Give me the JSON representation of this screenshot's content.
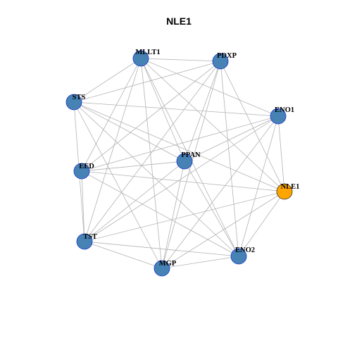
{
  "title": "NLE1",
  "colors": {
    "node_default": "#4682b4",
    "node_highlight": "#ffa500",
    "node_stroke": "#1a33cc",
    "edge": "#b3b3b3"
  },
  "nodes": [
    {
      "id": "MLLT1",
      "label": "MLLT1",
      "highlight": false
    },
    {
      "id": "PDXP",
      "label": "PDXP",
      "highlight": false
    },
    {
      "id": "STS",
      "label": "STS",
      "highlight": false
    },
    {
      "id": "ENO1",
      "label": "ENO1",
      "highlight": false
    },
    {
      "id": "PPAN",
      "label": "PPAN",
      "highlight": false
    },
    {
      "id": "EED",
      "label": "EED",
      "highlight": false
    },
    {
      "id": "NLE1",
      "label": "NLE1",
      "highlight": true
    },
    {
      "id": "TST",
      "label": "TST",
      "highlight": false
    },
    {
      "id": "ENO2",
      "label": "ENO2",
      "highlight": false
    },
    {
      "id": "MGP",
      "label": "MGP",
      "highlight": false
    }
  ],
  "edges": [
    [
      "MLLT1",
      "PDXP"
    ],
    [
      "MLLT1",
      "STS"
    ],
    [
      "MLLT1",
      "ENO1"
    ],
    [
      "MLLT1",
      "PPAN"
    ],
    [
      "MLLT1",
      "EED"
    ],
    [
      "MLLT1",
      "TST"
    ],
    [
      "MLLT1",
      "ENO2"
    ],
    [
      "MLLT1",
      "NLE1"
    ],
    [
      "MLLT1",
      "MGP"
    ],
    [
      "PDXP",
      "STS"
    ],
    [
      "PDXP",
      "PPAN"
    ],
    [
      "PDXP",
      "EED"
    ],
    [
      "PDXP",
      "NLE1"
    ],
    [
      "PDXP",
      "ENO2"
    ],
    [
      "PDXP",
      "MGP"
    ],
    [
      "PDXP",
      "TST"
    ],
    [
      "STS",
      "ENO1"
    ],
    [
      "STS",
      "PPAN"
    ],
    [
      "STS",
      "TST"
    ],
    [
      "STS",
      "MGP"
    ],
    [
      "STS",
      "ENO2"
    ],
    [
      "STS",
      "NLE1"
    ],
    [
      "ENO1",
      "EED"
    ],
    [
      "ENO1",
      "TST"
    ],
    [
      "ENO1",
      "ENO2"
    ],
    [
      "ENO1",
      "NLE1"
    ],
    [
      "ENO1",
      "MGP"
    ],
    [
      "ENO1",
      "PPAN"
    ],
    [
      "PPAN",
      "EED"
    ],
    [
      "PPAN",
      "ENO2"
    ],
    [
      "PPAN",
      "MGP"
    ],
    [
      "PPAN",
      "TST"
    ],
    [
      "EED",
      "NLE1"
    ],
    [
      "EED",
      "ENO2"
    ],
    [
      "EED",
      "TST"
    ],
    [
      "NLE1",
      "TST"
    ],
    [
      "NLE1",
      "MGP"
    ],
    [
      "NLE1",
      "ENO2"
    ],
    [
      "TST",
      "ENO2"
    ],
    [
      "TST",
      "MGP"
    ],
    [
      "ENO2",
      "MGP"
    ]
  ]
}
